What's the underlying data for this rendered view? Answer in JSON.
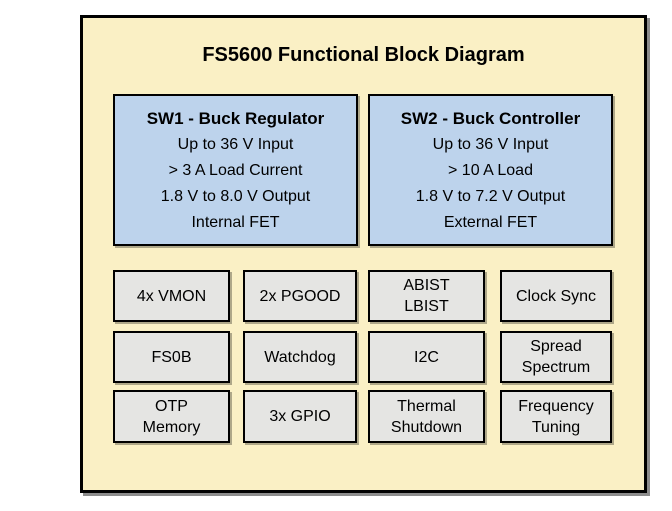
{
  "diagram": {
    "title": "FS5600 Functional Block Diagram",
    "colors": {
      "page_background": "#FFFFFF",
      "panel_background": "#FAF0C5",
      "feature_box_background": "#BDD3EC",
      "function_box_background": "#E5E5E3",
      "border": "#000000",
      "text": "#000000"
    },
    "feature_boxes": {
      "sw1": {
        "title": "SW1 - Buck Regulator",
        "details": "Up to 36 V Input\n> 3 A Load Current\n1.8 V to 8.0 V Output\nInternal FET"
      },
      "sw2": {
        "title": "SW2 - Buck Controller",
        "details": "Up to 36 V Input\n> 10 A Load\n1.8 V to 7.2 V Output\nExternal FET"
      }
    },
    "function_grid": {
      "rows": [
        {
          "cells": [
            {
              "label": "4x VMON"
            },
            {
              "label": "2x PGOOD"
            },
            {
              "label": "ABIST\nLBIST"
            },
            {
              "label": "Clock Sync"
            }
          ]
        },
        {
          "cells": [
            {
              "label": "FS0B"
            },
            {
              "label": "Watchdog"
            },
            {
              "label": "I2C"
            },
            {
              "label": "Spread\nSpectrum"
            }
          ]
        },
        {
          "cells": [
            {
              "label": "OTP\nMemory"
            },
            {
              "label": "3x GPIO"
            },
            {
              "label": "Thermal\nShutdown"
            },
            {
              "label": "Frequency\nTuning"
            }
          ]
        }
      ]
    }
  }
}
